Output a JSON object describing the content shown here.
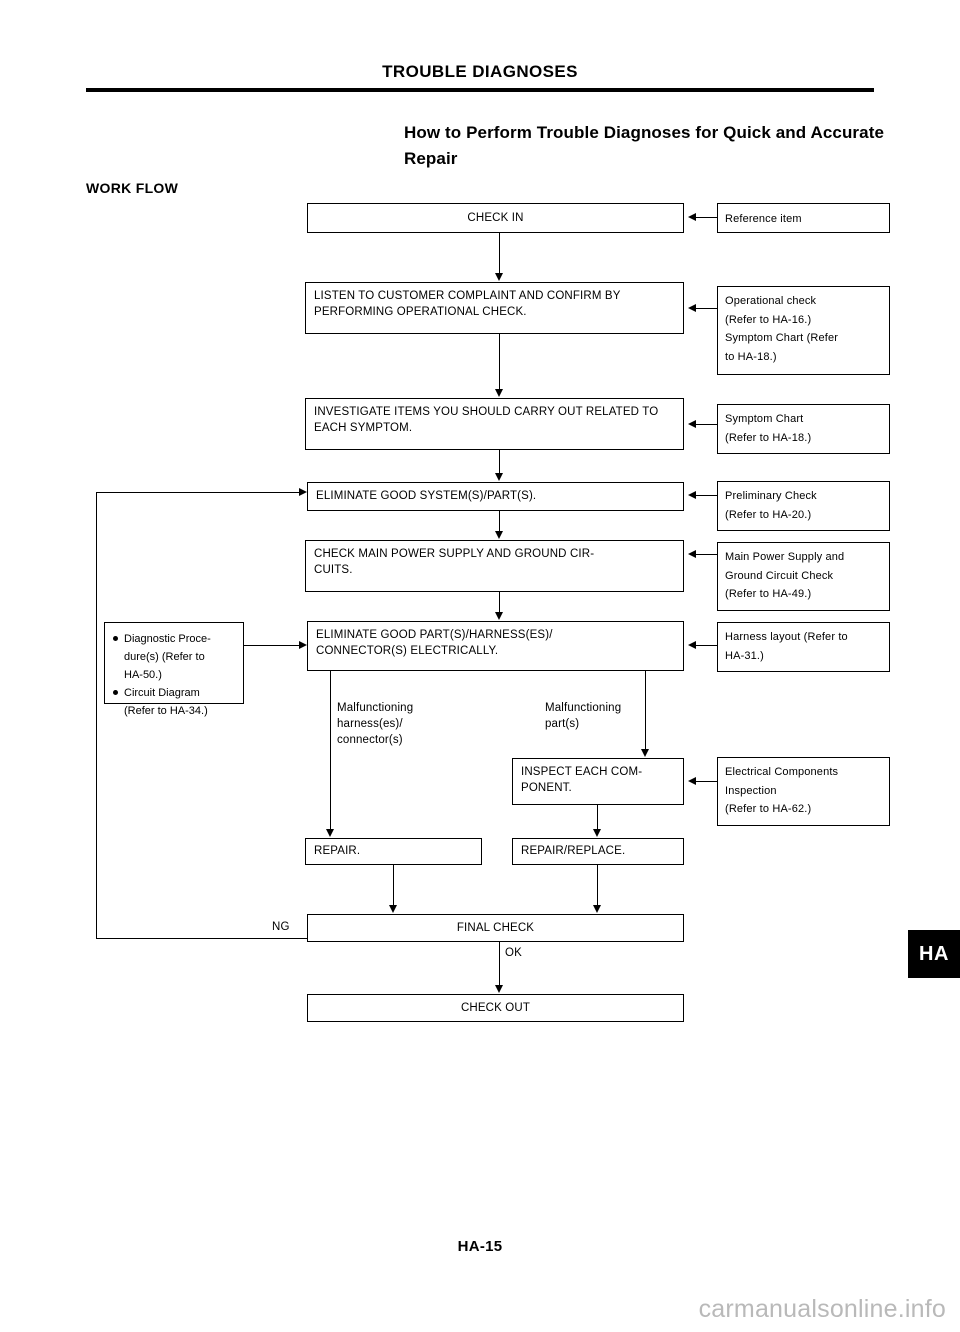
{
  "document": {
    "header_title": "TROUBLE DIAGNOSES",
    "section_heading": "How to Perform Trouble Diagnoses for Quick and Accurate Repair",
    "work_flow_label": "WORK FLOW",
    "page_number": "HA-15",
    "section_tab": "HA",
    "watermark": "carmanualsonline.info"
  },
  "flow": {
    "main_steps": [
      {
        "id": "check-in",
        "text": "CHECK IN"
      },
      {
        "id": "listen-to-customer",
        "text": "LISTEN TO CUSTOMER COMPLAINT AND CONFIRM BY PERFORMING OPERATIONAL CHECK."
      },
      {
        "id": "investigate-items",
        "text": "INVESTIGATE ITEMS YOU SHOULD CARRY OUT RELATED TO EACH SYMPTOM."
      },
      {
        "id": "eliminate-good-system",
        "text": "ELIMINATE GOOD SYSTEM(S)/PART(S)."
      },
      {
        "id": "check-main-power",
        "text": "CHECK MAIN POWER SUPPLY AND GROUND CIR-\nCUITS."
      },
      {
        "id": "eliminate-good-part",
        "text": "ELIMINATE GOOD PART(S)/HARNESS(ES)/\nCONNECTOR(S) ELECTRICALLY."
      },
      {
        "id": "inspect-each-component",
        "text": "INSPECT EACH COM-\nPONENT."
      },
      {
        "id": "repair",
        "text": "REPAIR."
      },
      {
        "id": "repair-replace",
        "text": "REPAIR/REPLACE."
      },
      {
        "id": "final-check",
        "text": "FINAL CHECK"
      },
      {
        "id": "check-out",
        "text": "CHECK OUT"
      }
    ],
    "reference_items": [
      {
        "id": "reference-item",
        "text": "Reference item"
      },
      {
        "id": "operational-check",
        "text": "Operational check\n(Refer to HA-16.)\nSymptom Chart (Refer\nto HA-18.)"
      },
      {
        "id": "symptom-chart",
        "text": "Symptom Chart\n(Refer to HA-18.)"
      },
      {
        "id": "preliminary-check",
        "text": "Preliminary Check\n(Refer to HA-20.)"
      },
      {
        "id": "main-power-supply-check",
        "text": "Main Power Supply and\nGround Circuit Check\n(Refer to HA-49.)"
      },
      {
        "id": "harness-layout",
        "text": "Harness layout (Refer to\nHA-31.)"
      },
      {
        "id": "electrical-components-inspection",
        "text": "Electrical Components\nInspection\n(Refer to HA-62.)"
      }
    ],
    "note_box": {
      "id": "diagnostic-note",
      "bullets": [
        "Diagnostic Proce-\ndure(s) (Refer to\nHA-50.)",
        "Circuit Diagram\n(Refer to HA-34.)"
      ]
    },
    "edge_labels": {
      "malfunctioning_harness": "Malfunctioning\nharness(es)/\nconnector(s)",
      "malfunctioning_part": "Malfunctioning\npart(s)",
      "ng": "NG",
      "ok": "OK"
    }
  }
}
